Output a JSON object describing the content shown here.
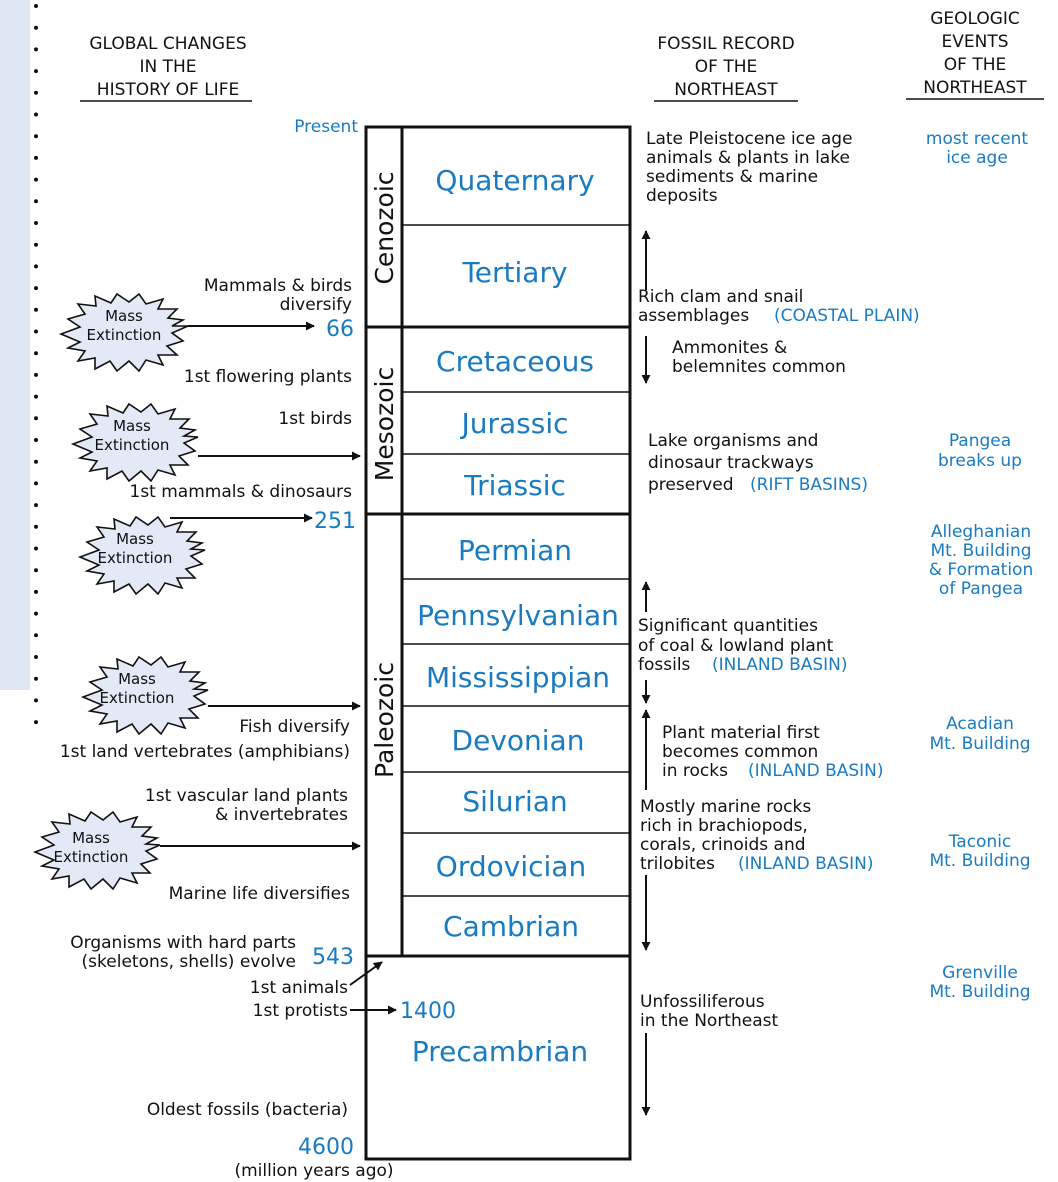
{
  "headers": {
    "global_changes": [
      "GLOBAL CHANGES",
      "IN THE",
      "HISTORY OF LIFE"
    ],
    "fossil_record": [
      "FOSSIL RECORD",
      "OF THE",
      "NORTHEAST"
    ],
    "geologic_events": [
      "GEOLOGIC",
      "EVENTS",
      "OF THE",
      "NORTHEAST"
    ]
  },
  "time_labels": {
    "present": "Present",
    "d66": "66",
    "d251": "251",
    "d543": "543",
    "d1400": "1400",
    "d4600": "4600",
    "unit": "(million years ago)"
  },
  "eras": {
    "cenozoic": "Cenozoic",
    "mesozoic": "Mesozoic",
    "paleozoic": "Paleozoic"
  },
  "periods": {
    "quaternary": "Quaternary",
    "tertiary": "Tertiary",
    "cretaceous": "Cretaceous",
    "jurassic": "Jurassic",
    "triassic": "Triassic",
    "permian": "Permian",
    "pennsylvanian": "Pennsylvanian",
    "mississippian": "Mississippian",
    "devonian": "Devonian",
    "silurian": "Silurian",
    "ordovician": "Ordovician",
    "cambrian": "Cambrian",
    "precambrian": "Precambrian"
  },
  "mass_extinction": [
    "Mass",
    "Extinction"
  ],
  "life_events": {
    "mammals_birds": [
      "Mammals & birds",
      "diversify"
    ],
    "flowering": "1st flowering plants",
    "birds": "1st birds",
    "mammals_dinos": "1st mammals & dinosaurs",
    "fish": "Fish diversify",
    "land_vertebrates": "1st land vertebrates (amphibians)",
    "vascular": [
      "1st vascular land plants",
      "& invertebrates"
    ],
    "marine": "Marine life diversifies",
    "hard_parts": [
      "Organisms with hard parts",
      "(skeletons, shells) evolve"
    ],
    "animals": "1st animals",
    "protists": "1st protists",
    "oldest": "Oldest fossils (bacteria)"
  },
  "fossil_record": {
    "pleistocene": [
      "Late Pleistocene ice age",
      "animals & plants in lake",
      "sediments & marine",
      "deposits"
    ],
    "clams": [
      "Rich clam and snail",
      "assemblages"
    ],
    "clams_region": "(COASTAL PLAIN)",
    "ammonites": [
      "Ammonites &",
      "belemnites common"
    ],
    "lake": [
      "Lake organisms and",
      "dinosaur trackways",
      "preserved"
    ],
    "lake_region": "(RIFT BASINS)",
    "coal": [
      "Significant quantities",
      "of coal & lowland plant",
      "fossils"
    ],
    "coal_region": "(INLAND BASIN)",
    "plant": [
      "Plant material first",
      "becomes common",
      "in rocks"
    ],
    "plant_region": "(INLAND BASIN)",
    "marine": [
      "Mostly marine rocks",
      "rich in brachiopods,",
      "corals, crinoids and",
      "trilobites"
    ],
    "marine_region": "(INLAND BASIN)",
    "unfossiliferous": [
      "Unfossiliferous",
      "in the Northeast"
    ]
  },
  "geologic_events": {
    "ice_age": [
      "most recent",
      "ice age"
    ],
    "pangea_breaks": [
      "Pangea",
      "breaks up"
    ],
    "alleghanian": [
      "Alleghanian",
      "Mt. Building",
      "& Formation",
      "of Pangea"
    ],
    "acadian": [
      "Acadian",
      "Mt. Building"
    ],
    "taconic": [
      "Taconic",
      "Mt. Building"
    ],
    "grenville": [
      "Grenville",
      "Mt. Building"
    ]
  }
}
